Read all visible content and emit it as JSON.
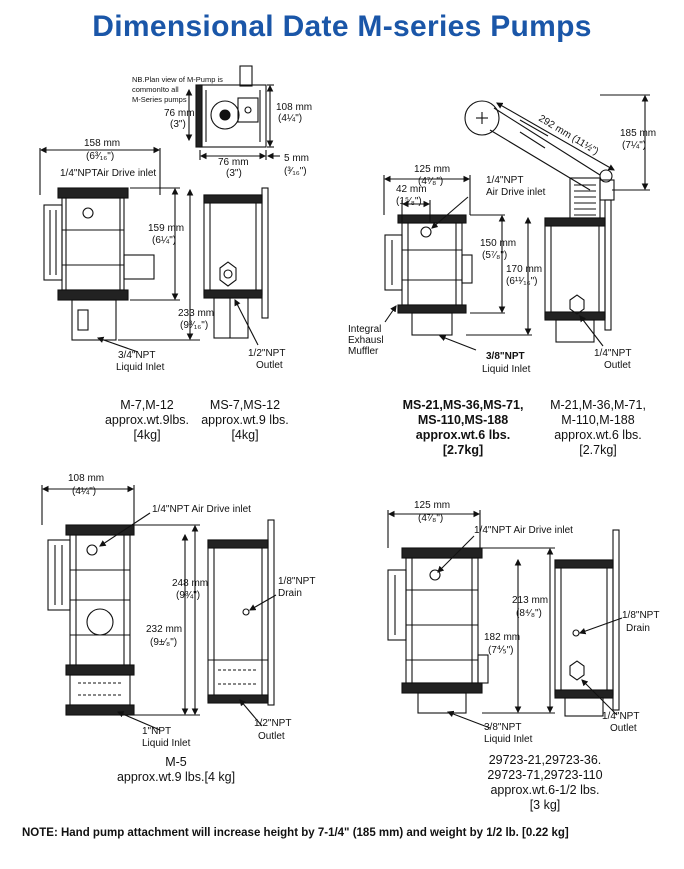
{
  "title": "Dimensional Date M-series Pumps",
  "top_left": {
    "plan_note": [
      "NB.Plan view of M-Pump is",
      "commonIto all",
      "M-Series pumps"
    ],
    "dims": {
      "plan_76_left": [
        "76 mm",
        "(3\")"
      ],
      "plan_108": [
        "108 mm",
        "(4¼\")"
      ],
      "plan_76_bottom": [
        "76 mm",
        "(3\")"
      ],
      "plan_5": [
        "5 mm",
        "(³⁄₁₆\")"
      ],
      "width_158": [
        "158 mm",
        "(6³⁄₁₆\")"
      ],
      "height_159": [
        "159 mm",
        "(6¼\")"
      ],
      "height_233": [
        "233 mm",
        "(9³⁄₁₆\")"
      ]
    },
    "labels": {
      "air": "1/4\"NPTAir Drive inlet",
      "liquid": [
        "3/4\"NPT",
        "Liquid Inlet"
      ],
      "outlet": [
        "1/2\"NPT",
        "Outlet"
      ]
    },
    "captions": {
      "left": [
        "M-7,M-12",
        "approx.wt.9lbs.",
        "[4kg]"
      ],
      "right": [
        "MS-7,MS-12",
        "approx.wt.9 lbs.",
        "[4kg]"
      ]
    }
  },
  "top_right": {
    "dims": {
      "handle_292": "292 mm (11½\")",
      "height_185": [
        "185 mm",
        "(7¼\")"
      ],
      "width_125": [
        "125 mm",
        "(4⁷⁄₈\")"
      ],
      "width_42": [
        "42 mm",
        "(1⁵⁄₈\")"
      ],
      "height_150": [
        "150 mm",
        "(5⁷⁄₈\")"
      ],
      "height_170": [
        "170 mm",
        "(6¹¹⁄₁₆\")"
      ]
    },
    "labels": {
      "air": [
        "1/4\"NPT",
        "Air Drive inlet"
      ],
      "muffler": [
        "Integral",
        "Exhausl",
        "Muffler"
      ],
      "liquid": [
        "3/8\"NPT",
        "Liquid Inlet"
      ],
      "outlet": [
        "1/4\"NPT",
        "Outlet"
      ]
    },
    "captions": {
      "left": [
        "MS-21,MS-36,MS-71,",
        "MS-110,MS-188",
        "approx.wt.6 lbs.",
        "[2.7kg]"
      ],
      "right": [
        "M-21,M-36,M-71,",
        "M-110,M-188",
        "approx.wt.6 lbs.",
        "[2.7kg]"
      ]
    }
  },
  "bottom_left": {
    "dims": {
      "width_108": [
        "108 mm",
        "(4¼\")"
      ],
      "height_248": [
        "248 mm",
        "(9¾\")"
      ],
      "height_232": [
        "232 mm",
        "(9±⁄₈\")"
      ]
    },
    "labels": {
      "air": "1/4\"NPT Air Drive inlet",
      "drain": [
        "1/8\"NPT",
        "Drain"
      ],
      "liquid": [
        "1\"NPT",
        "Liquid Inlet"
      ],
      "outlet": [
        "1/2\"NPT",
        "Outlet"
      ]
    },
    "captions": {
      "main": [
        "M-5",
        "approx.wt.9 lbs.[4 kg]"
      ]
    }
  },
  "bottom_right": {
    "dims": {
      "width_125": [
        "125 mm",
        "(4⁷⁄₈\")"
      ],
      "height_213": [
        "213 mm",
        "(8⁴⁄₈\")"
      ],
      "height_182": [
        "182 mm",
        "(7⅘\")"
      ]
    },
    "labels": {
      "air": "1/4\"NPT  Air Drive inlet",
      "drain": [
        "1/8\"NPT",
        "Drain"
      ],
      "liquid": [
        "3/8\"NPT",
        "Liquid Inlet"
      ],
      "outlet": [
        "1/4\"NPT",
        "Outlet"
      ]
    },
    "captions": {
      "main": [
        "29723-21,29723-36.",
        "29723-71,29723-110",
        "approx.wt.6-1/2 lbs.",
        "[3 kg]"
      ]
    }
  },
  "note": "NOTE: Hand pump attachment will increase height by 7-1/4\" (185 mm) and weight by 1/2 lb. [0.22 kg]"
}
